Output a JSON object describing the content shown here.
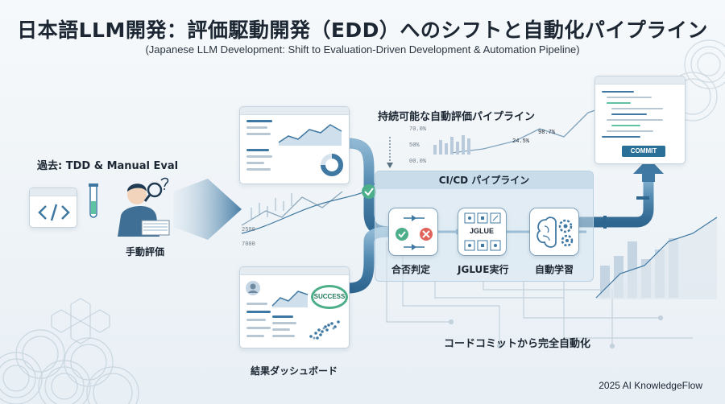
{
  "header": {
    "title": "日本語LLM開発：評価駆動開発（EDD）へのシフトと自動化パイプライン",
    "subtitle": "(Japanese LLM Development: Shift to Evaluation-Driven Development & Automation Pipeline)"
  },
  "past": {
    "label": "過去: TDD & Manual Eval",
    "manual_label": "手動評価"
  },
  "pipeline": {
    "continuous_label": "持続可能な自動評価パイプライン",
    "cicd_label": "CI/CD パイプライン",
    "steps": [
      {
        "label": "合否判定"
      },
      {
        "label": "JGLUE実行",
        "icon_text": "JGLUE"
      },
      {
        "label": "自動学習"
      }
    ],
    "commit_label": "コードコミットから完全自動化",
    "commit_button": "COMMIT"
  },
  "dashboard": {
    "label": "結果ダッシュボード",
    "badge": "SUCCESS"
  },
  "chart_annotations": {
    "pct_a": "24.5%",
    "pct_b": "98.7%",
    "tick_a": "70.0%",
    "tick_b": "50%",
    "tick_c": "00.0%",
    "axis_a": "2500",
    "axis_b": "7000"
  },
  "footer": {
    "credit": "2025 AI KnowledgeFlow"
  },
  "colors": {
    "pipe": "#5a8fb3",
    "accent_green": "#4caf8a",
    "accent_red": "#e0645c",
    "commit": "#2a6f97"
  }
}
